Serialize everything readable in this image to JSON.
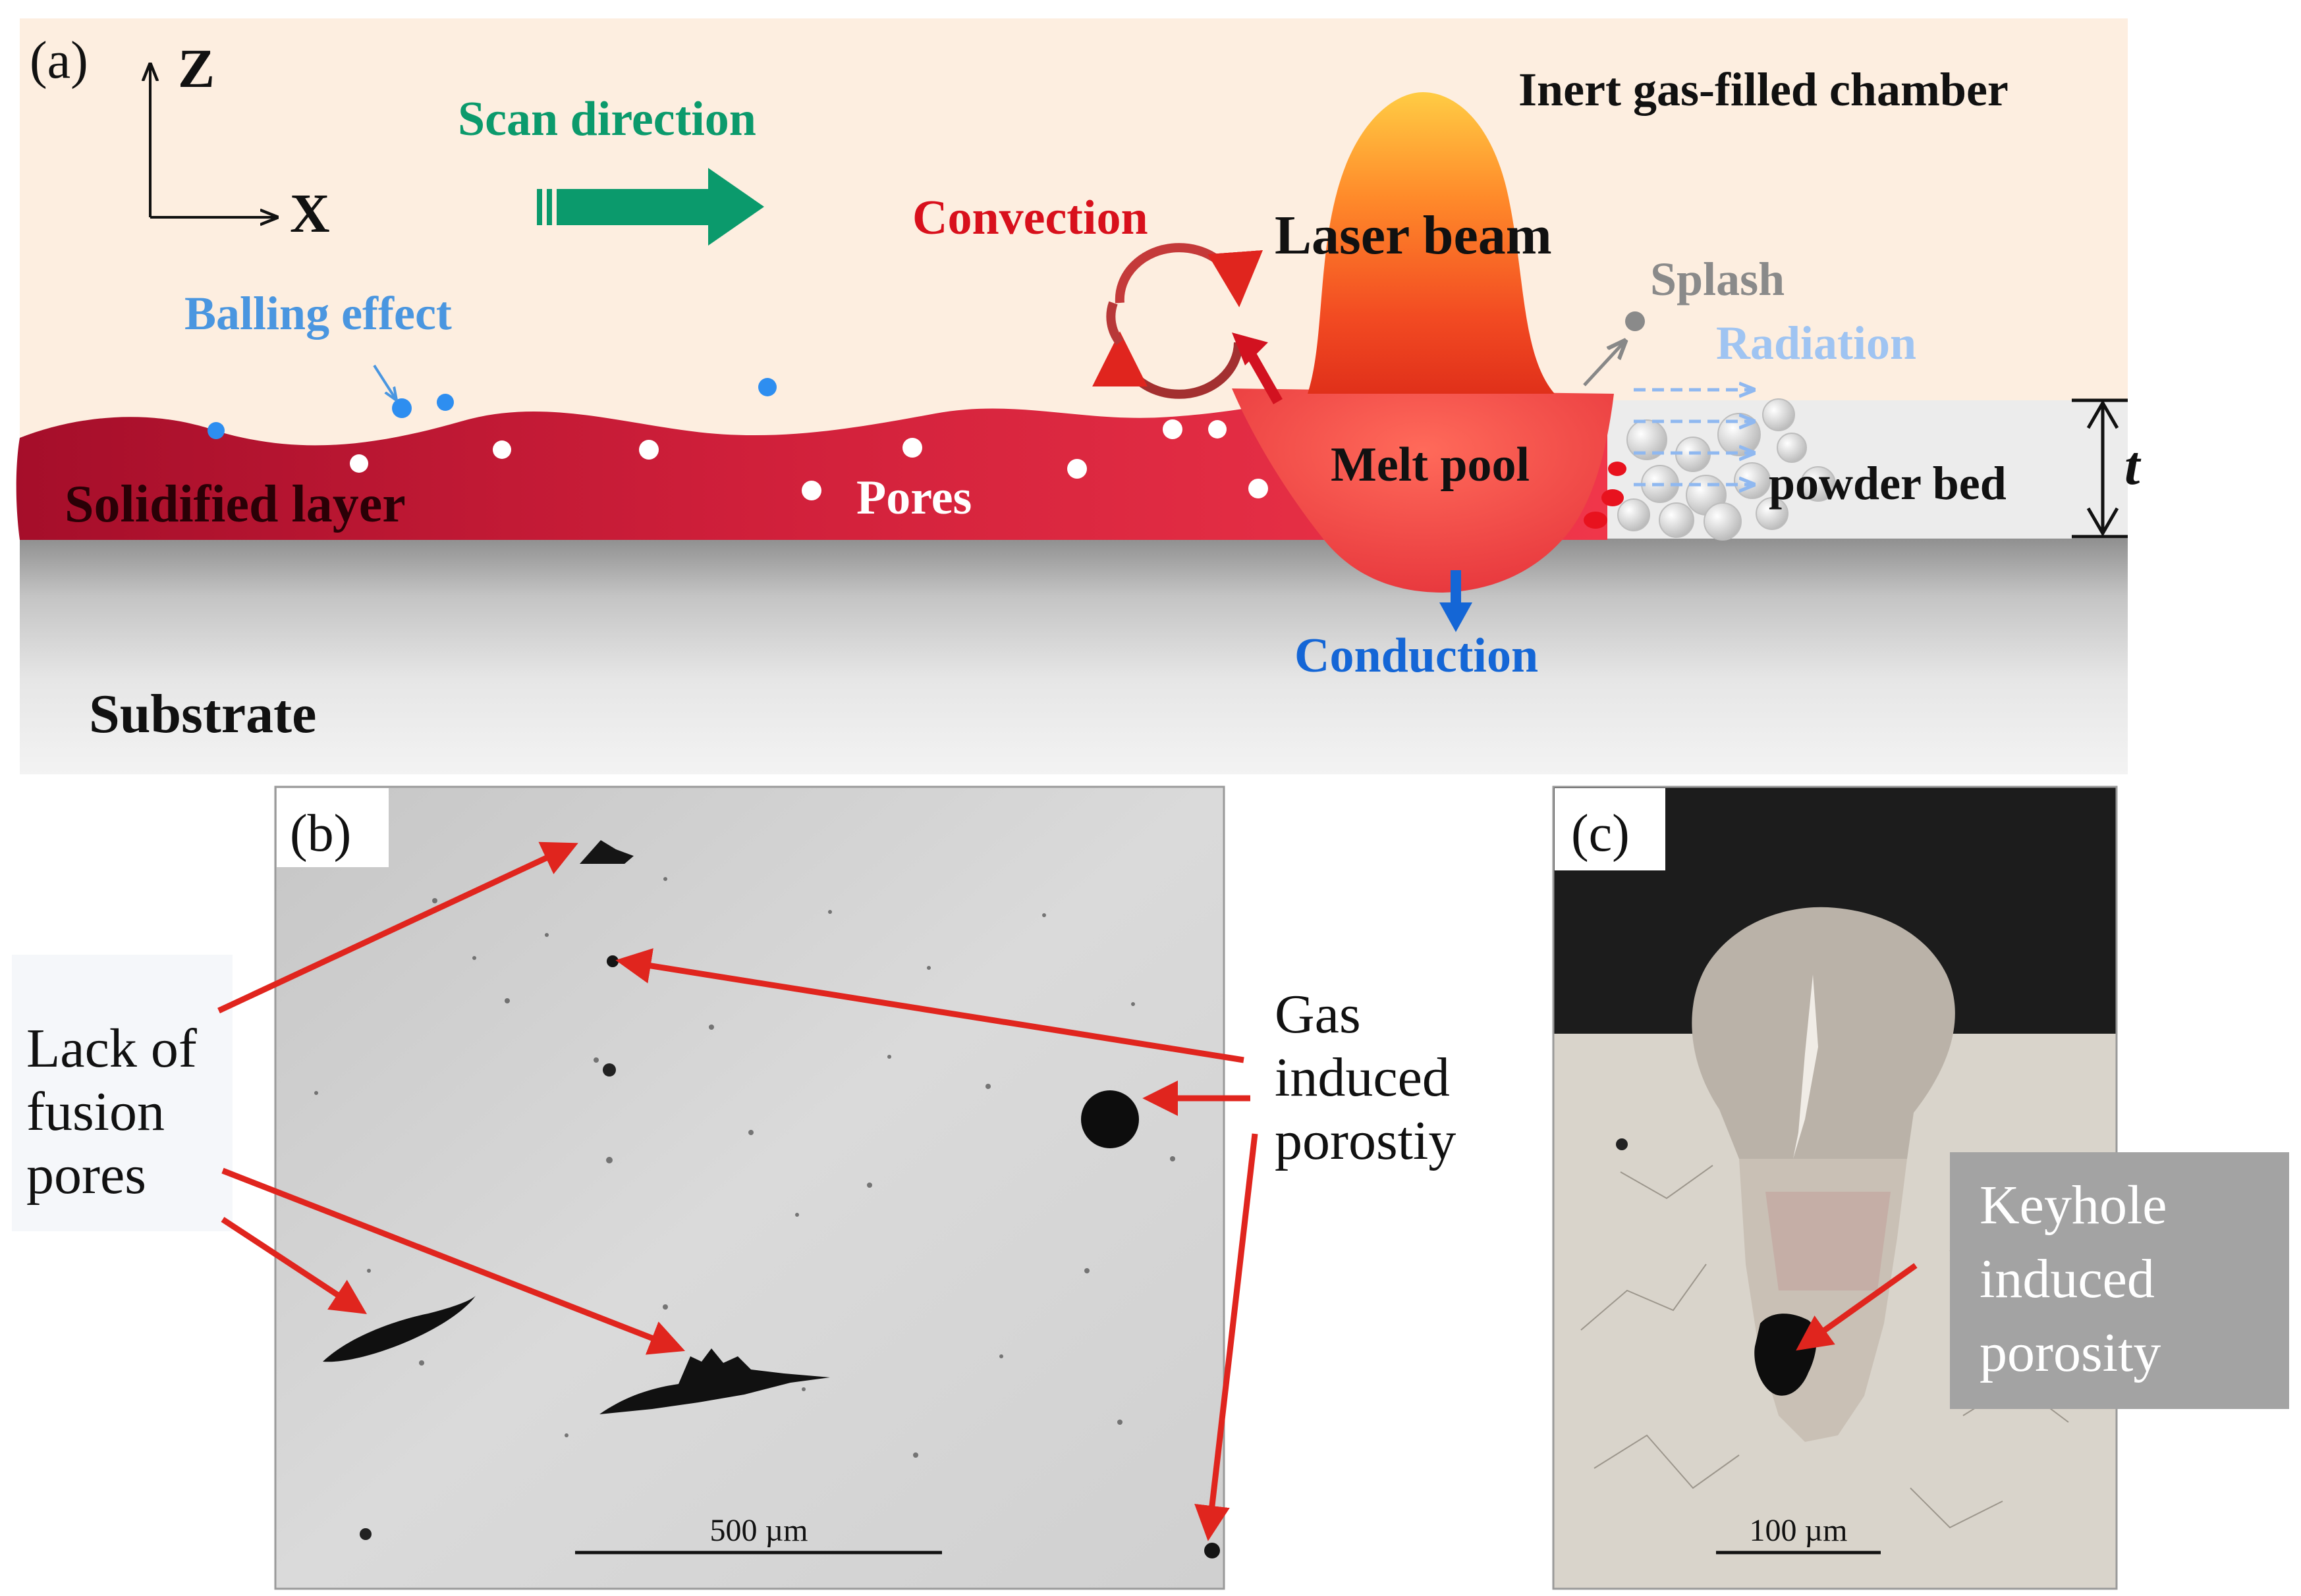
{
  "panel_a": {
    "label": "(a)",
    "axis_z": "Z",
    "axis_x": "X",
    "scan_direction": "Scan direction",
    "chamber": "Inert gas-filled chamber",
    "convection": "Convection",
    "laser_beam": "Laser beam",
    "splash": "Splash",
    "radiation": "Radiation",
    "balling_effect": "Balling effect",
    "solidified_layer": "Solidified layer",
    "pores": "Pores",
    "melt_pool": "Melt pool",
    "powder_bed": "powder bed",
    "thickness": "t",
    "conduction": "Conduction",
    "substrate": "Substrate"
  },
  "panel_b": {
    "label": "(b)",
    "lack_of_fusion": [
      "Lack of",
      "fusion",
      "pores"
    ],
    "gas_induced": [
      "Gas",
      "induced",
      "porostiy"
    ],
    "scale_bar": "500 µm"
  },
  "panel_c": {
    "label": "(c)",
    "keyhole": [
      "Keyhole",
      "induced",
      "porosity"
    ],
    "scale_bar": "100 µm"
  },
  "colors": {
    "chamber_bg": "#fdeee0",
    "layer_dark": "#a50e2a",
    "layer_light": "#f0364a",
    "melt_pool": "#f24a48",
    "scan_arrow": "#0b9a6c",
    "convection_text": "#d8101c",
    "balling_text": "#4a96e0",
    "radiation_text": "#9fc4f2",
    "splash_text": "#8a8a8a",
    "conduction_text": "#1466d6",
    "annotation_arrow": "#e0251e"
  }
}
